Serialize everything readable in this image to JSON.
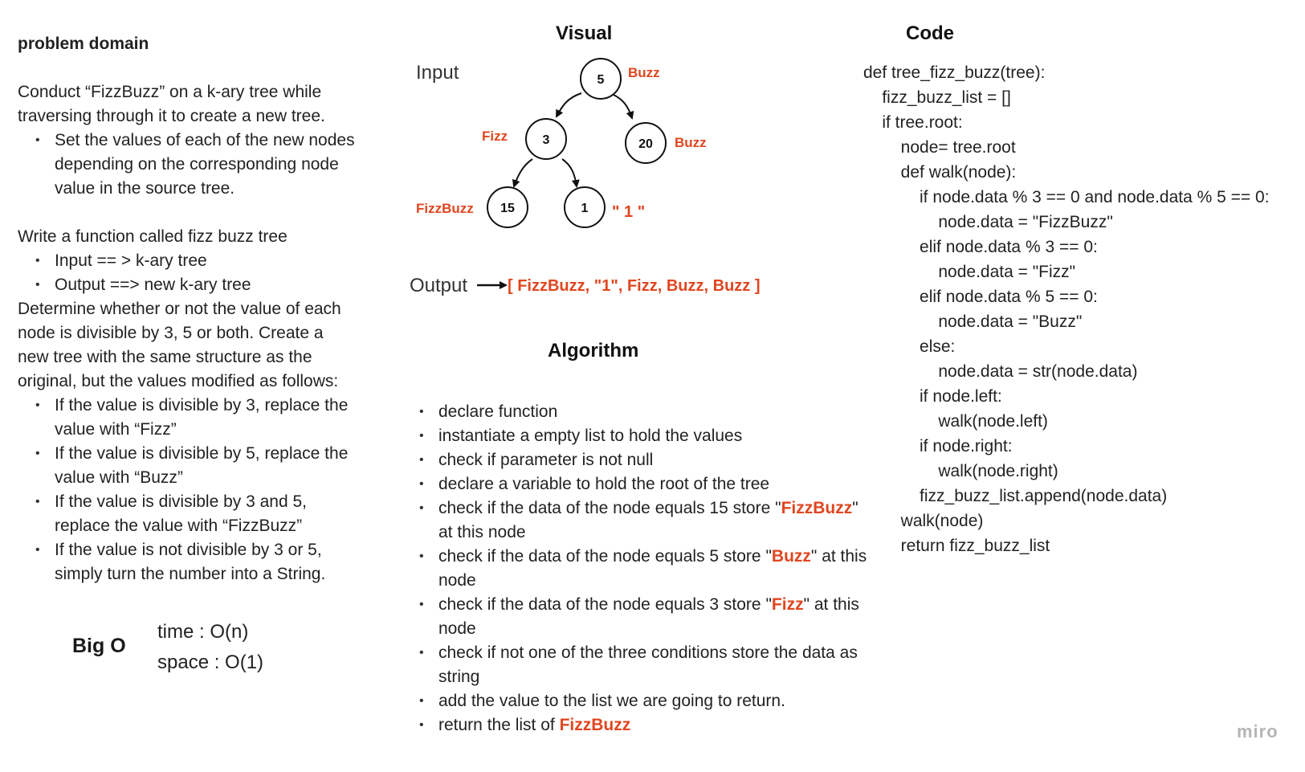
{
  "problem_domain": {
    "heading": "problem domain",
    "intro": [
      "Conduct “FizzBuzz” on a k-ary tree while",
      "traversing through it to create a new tree."
    ],
    "intro_bullet": [
      "Set the values of each of the new nodes",
      "depending on the corresponding node",
      "value in the source tree."
    ],
    "write_line": "Write a function called fizz buzz tree",
    "io_bullets": [
      "Input == > k-ary tree",
      "Output ==> new k-ary tree"
    ],
    "determine": [
      "Determine whether or not the value of each",
      "node is divisible by 3, 5 or both. Create a",
      "new tree with the same structure as the",
      "original, but the values modified as follows:"
    ],
    "rules": [
      [
        "If the value is divisible by 3, replace the",
        "value with “Fizz”"
      ],
      [
        "If the value is divisible by 5, replace the",
        "value with “Buzz”"
      ],
      [
        "If the value is divisible by 3 and 5,",
        "replace the value with “FizzBuzz”"
      ],
      [
        "If the value is not divisible by 3 or 5,",
        "simply turn the number into a String."
      ]
    ]
  },
  "big_o": {
    "label": "Big O",
    "time": "time : O(n)",
    "space": "space : O(1)"
  },
  "visual": {
    "title": "Visual",
    "input_label": "Input",
    "output_label": "Output",
    "output_value": "[ FizzBuzz, \"1\", Fizz, Buzz, Buzz ]",
    "nodes": [
      {
        "value": "5",
        "tag": "Buzz"
      },
      {
        "value": "3",
        "tag": "Fizz"
      },
      {
        "value": "20",
        "tag": "Buzz"
      },
      {
        "value": "15",
        "tag": "FizzBuzz"
      },
      {
        "value": "1",
        "tag": "\" 1 \""
      }
    ]
  },
  "algorithm": {
    "title": "Algorithm",
    "steps": [
      {
        "parts": [
          {
            "t": "declare function"
          }
        ]
      },
      {
        "parts": [
          {
            "t": "instantiate a empty list to hold the values"
          }
        ]
      },
      {
        "parts": [
          {
            "t": "check if parameter is not null"
          }
        ]
      },
      {
        "parts": [
          {
            "t": "declare a variable to hold the root of the tree"
          }
        ]
      },
      {
        "parts": [
          {
            "t": "check if the data of the node equals 15 store \""
          },
          {
            "t": "FizzBuzz",
            "hl": true
          },
          {
            "t": "\" at this node"
          }
        ]
      },
      {
        "parts": [
          {
            "t": "check if the data of the node equals 5 store \""
          },
          {
            "t": "Buzz",
            "hl": true
          },
          {
            "t": "\" at this node"
          }
        ]
      },
      {
        "parts": [
          {
            "t": "check if the data of the node equals 3 store \""
          },
          {
            "t": "Fizz",
            "hl": true
          },
          {
            "t": "\" at this node"
          }
        ]
      },
      {
        "parts": [
          {
            "t": "check if not one of the three conditions store the data as string"
          }
        ]
      },
      {
        "parts": [
          {
            "t": "add the value to the list we are going to return."
          }
        ]
      },
      {
        "parts": [
          {
            "t": "return the list of "
          },
          {
            "t": "FizzBuzz",
            "hl": true
          }
        ]
      }
    ]
  },
  "code": {
    "title": "Code",
    "lines": [
      "def tree_fizz_buzz(tree):",
      "    fizz_buzz_list = []",
      "    if tree.root:",
      "        node= tree.root",
      "        def walk(node):",
      "            if node.data % 3 == 0 and node.data % 5 == 0:",
      "                node.data = \"FizzBuzz\"",
      "            elif node.data % 3 == 0:",
      "                node.data = \"Fizz\"",
      "            elif node.data % 5 == 0:",
      "                node.data = \"Buzz\"",
      "            else:",
      "                node.data = str(node.data)",
      "            if node.left:",
      "                walk(node.left)",
      "            if node.right:",
      "                walk(node.right)",
      "            fizz_buzz_list.append(node.data)",
      "        walk(node)",
      "        return fizz_buzz_list"
    ]
  },
  "watermark": "miro",
  "colors": {
    "accent": "#e0461f",
    "text": "#222222"
  }
}
